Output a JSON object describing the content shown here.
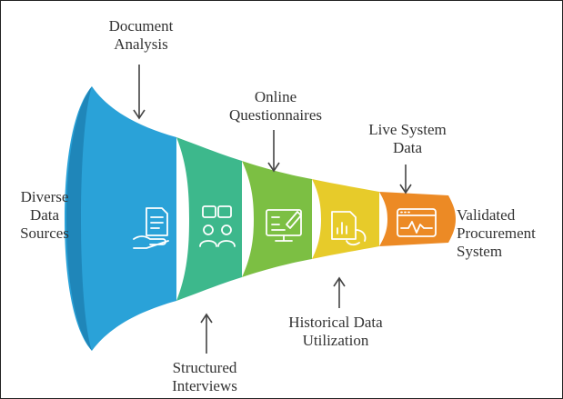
{
  "input_label": "Diverse\nData\nSources",
  "output_label": "Validated\nProcurement\nSystem",
  "stages": [
    {
      "name": "Document\nAnalysis",
      "icon": "document-hand-icon",
      "color": "#2aa2d8",
      "position": "top"
    },
    {
      "name": "Structured\nInterviews",
      "icon": "people-chat-icon",
      "color": "#3db88c",
      "position": "bottom"
    },
    {
      "name": "Online\nQuestionnaires",
      "icon": "computer-form-icon",
      "color": "#7cbf43",
      "position": "top"
    },
    {
      "name": "Historical Data\nUtilization",
      "icon": "chart-refresh-icon",
      "color": "#e7cb2a",
      "position": "bottom"
    },
    {
      "name": "Live System\nData",
      "icon": "monitor-pulse-icon",
      "color": "#ec8a25",
      "position": "top"
    }
  ]
}
